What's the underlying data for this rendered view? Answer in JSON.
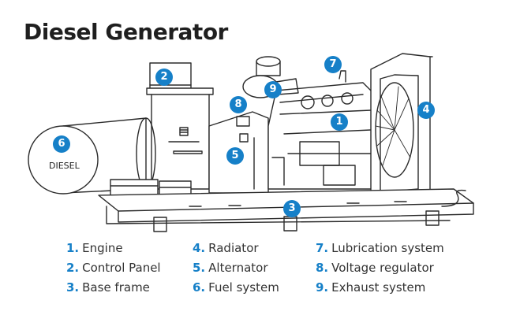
{
  "title": "Diesel Generator",
  "tank_label": "DIESEL",
  "accent_color": "#1680c8",
  "parts": [
    {
      "num": "1",
      "marker": "1.",
      "label": "Engine"
    },
    {
      "num": "2",
      "marker": "2.",
      "label": "Control Panel"
    },
    {
      "num": "3",
      "marker": "3.",
      "label": "Base frame"
    },
    {
      "num": "4",
      "marker": "4.",
      "label": "Radiator"
    },
    {
      "num": "5",
      "marker": "5.",
      "label": "Alternator"
    },
    {
      "num": "6",
      "marker": "6.",
      "label": "Fuel system"
    },
    {
      "num": "7",
      "marker": "7.",
      "label": "Lubrication system"
    },
    {
      "num": "8",
      "marker": "8.",
      "label": "Voltage regulator"
    },
    {
      "num": "9",
      "marker": "9.",
      "label": "Exhaust system"
    }
  ]
}
